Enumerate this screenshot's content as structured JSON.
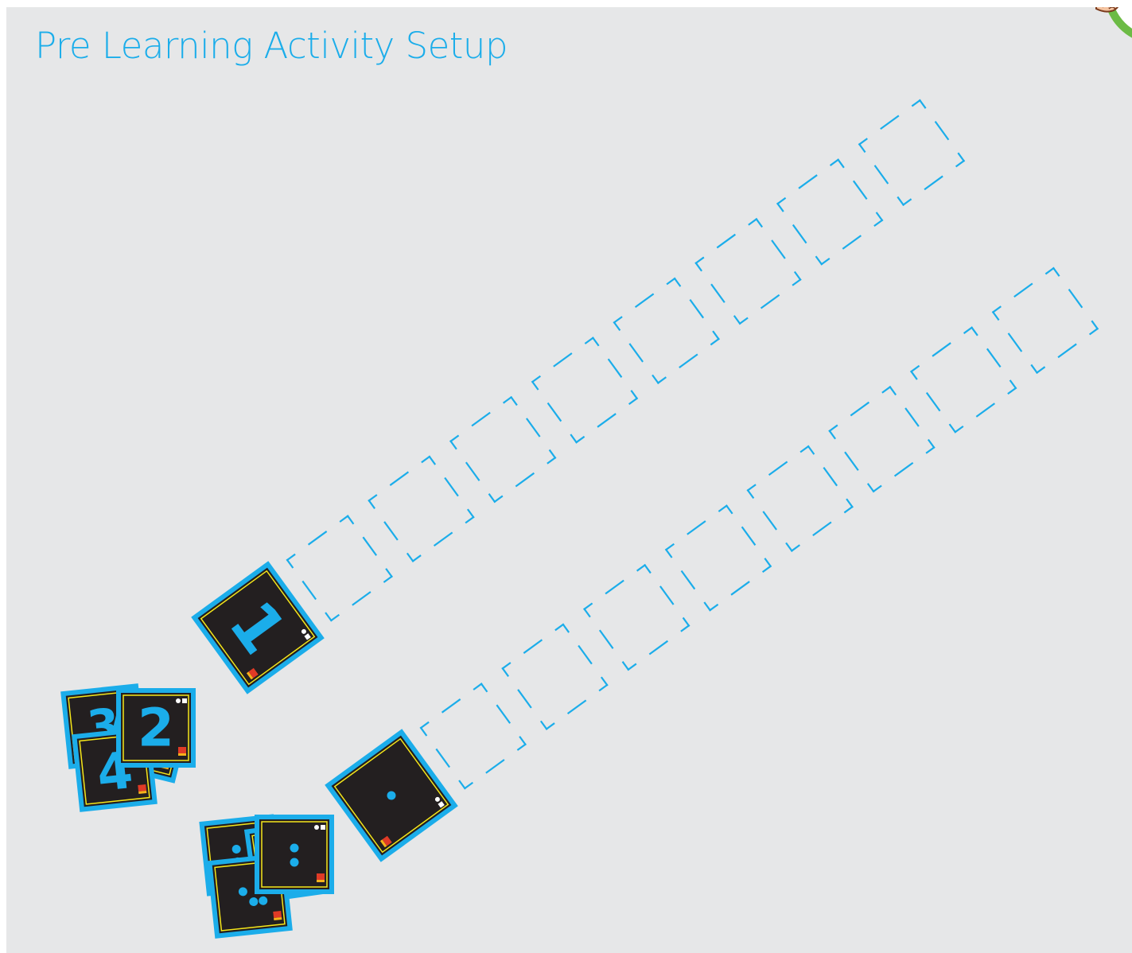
{
  "title": "Pre Learning Activity Setup",
  "colors": {
    "background": "#e6e7e8",
    "accent": "#1badea",
    "card_fill": "#231f20",
    "card_inner_border": "#f5e61a",
    "badge_ring": "#6cbb45"
  },
  "track_1": {
    "start_card": "1",
    "slots": 8
  },
  "track_2": {
    "start_card": "one-dot",
    "slots": 8
  },
  "numeral_cards": {
    "visible": [
      "3",
      "2",
      "4"
    ]
  },
  "dot_cards": {
    "visible": [
      "two-dots-vertical",
      "two-dots",
      "three-dots"
    ]
  },
  "icons": [
    "numeral-card-icon",
    "dot-card-icon",
    "corner-badge-icon"
  ]
}
